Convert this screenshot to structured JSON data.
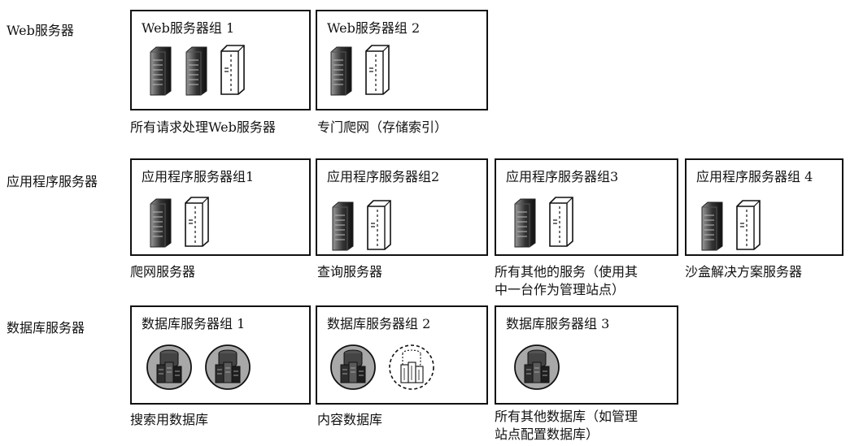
{
  "rows": [
    {
      "label": "Web服务器",
      "groups": [
        {
          "title": "Web服务器组 1",
          "icons": [
            "server-dark-icon",
            "server-dark-icon",
            "server-outline-icon"
          ],
          "caption": [
            "所有请求处理Web服务器"
          ]
        },
        {
          "title": "Web服务器组 2",
          "icons": [
            "server-dark-icon",
            "server-outline-icon"
          ],
          "caption": [
            "专门爬网（存储索引）"
          ]
        }
      ]
    },
    {
      "label": "应用程序服务器",
      "groups": [
        {
          "title": "应用程序服务器组1",
          "icons": [
            "server-dark-icon",
            "server-outline-icon"
          ],
          "caption": [
            "爬网服务器"
          ]
        },
        {
          "title": "应用程序服务器组2",
          "icons": [
            "server-dark-icon",
            "server-outline-icon"
          ],
          "caption": [
            "查询服务器"
          ]
        },
        {
          "title": "应用程序服务器组3",
          "icons": [
            "server-dark-icon",
            "server-outline-icon"
          ],
          "caption": [
            "所有其他的服务（使用其",
            "中一台作为管理站点）"
          ]
        },
        {
          "title": "应用程序服务器组 4",
          "icons": [
            "server-dark-icon",
            "server-outline-icon"
          ],
          "caption": [
            "沙盒解决方案服务器"
          ]
        }
      ]
    },
    {
      "label": "数据库服务器",
      "groups": [
        {
          "title": "数据库服务器组 1",
          "icons": [
            "database-server-icon",
            "database-server-icon"
          ],
          "caption": [
            "搜索用数据库"
          ]
        },
        {
          "title": "数据库服务器组 2",
          "icons": [
            "database-server-icon",
            "database-server-outline-icon"
          ],
          "caption": [
            "内容数据库"
          ]
        },
        {
          "title": "数据库服务器组 3",
          "icons": [
            "database-server-icon"
          ],
          "caption": [
            "所有其他数据库（如管理",
            "站点配置数据库）"
          ]
        }
      ]
    }
  ]
}
